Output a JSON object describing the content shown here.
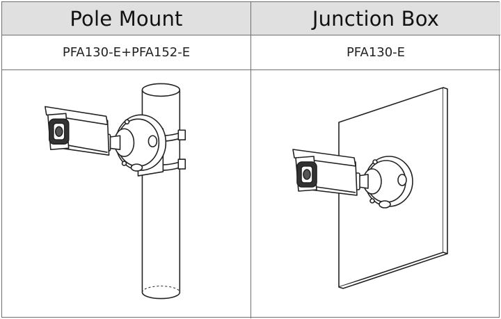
{
  "columns": [
    {
      "heading": "Pole Mount",
      "model": "PFA130-E+PFA152-E"
    },
    {
      "heading": "Junction Box",
      "model": "PFA130-E"
    }
  ]
}
